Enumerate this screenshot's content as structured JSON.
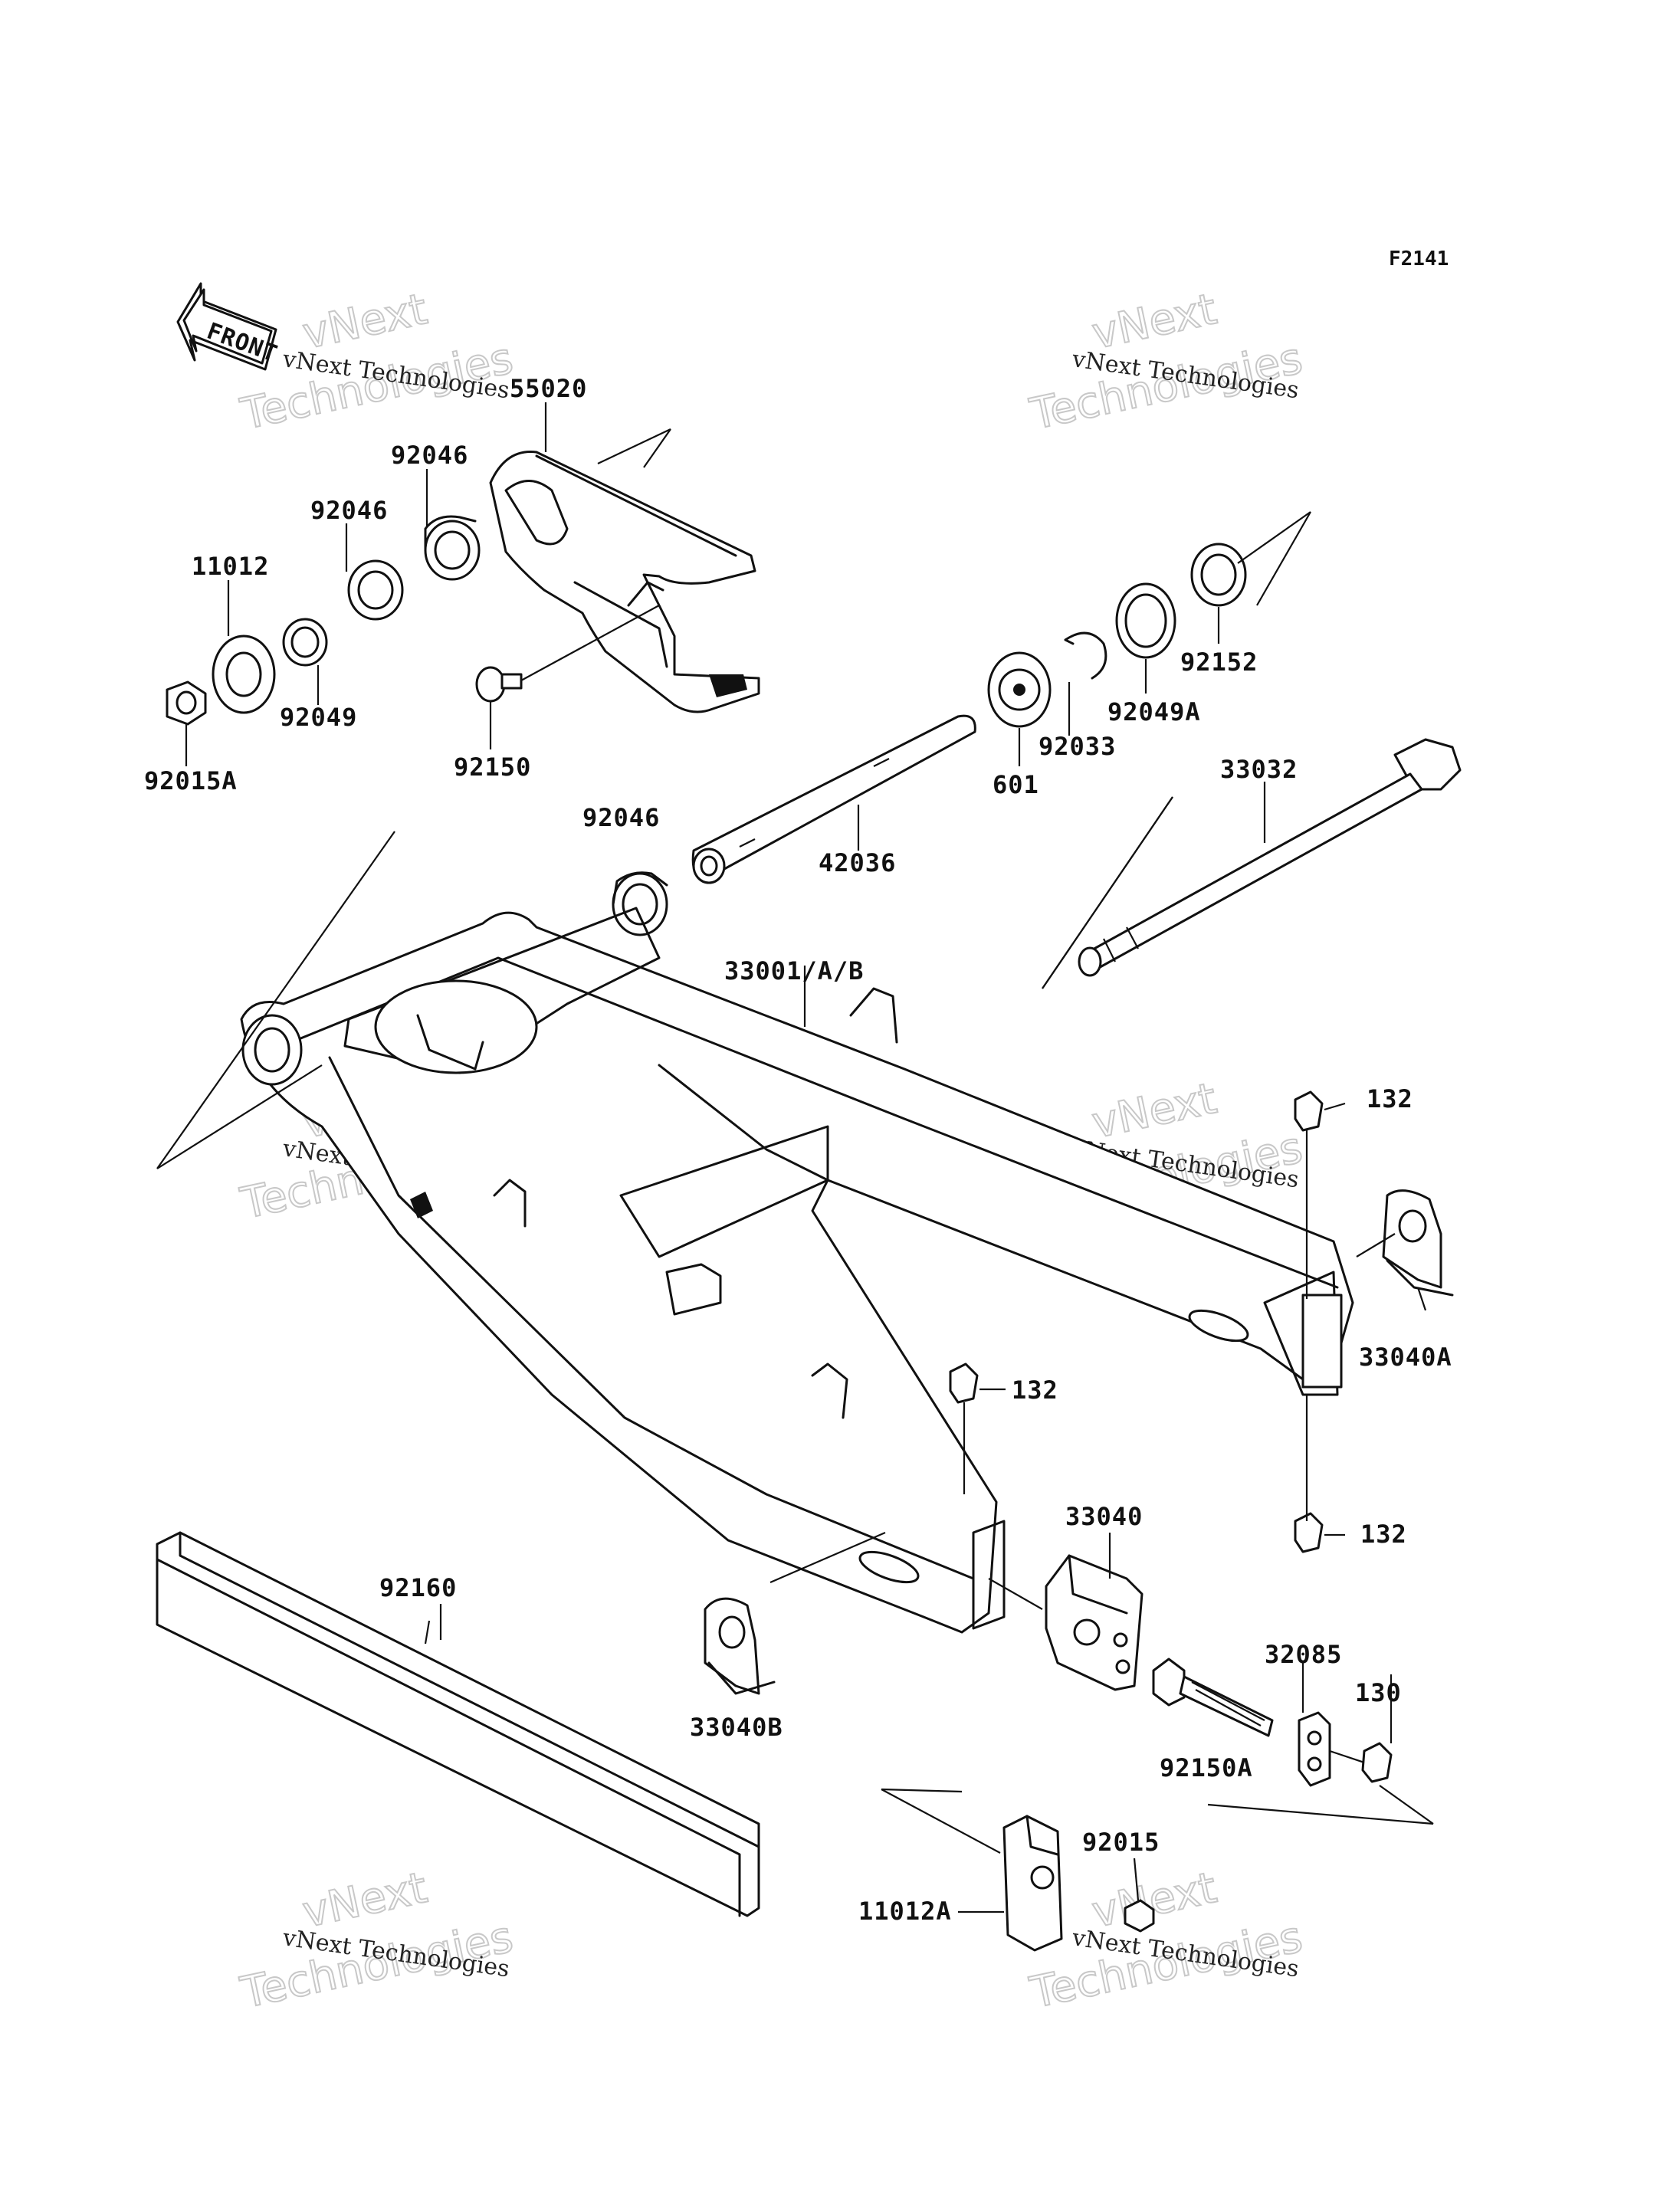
{
  "figure_code": "F2141",
  "front_arrow_label": "FRONT",
  "watermark": {
    "line1": "vNext Technologies",
    "big_line1": "vNext",
    "big_line2": "Technologies"
  },
  "parts": {
    "p55020": "55020",
    "p92046_a": "92046",
    "p92046_b": "92046",
    "p92046_c": "92046",
    "p11012": "11012",
    "p92049": "92049",
    "p92015A": "92015A",
    "p92150": "92150",
    "p92152": "92152",
    "p92049A": "92049A",
    "p92033": "92033",
    "p601": "601",
    "p33032": "33032",
    "p42036": "42036",
    "p33001": "33001/A/B",
    "p132_a": "132",
    "p132_b": "132",
    "p132_c": "132",
    "p33040A": "33040A",
    "p33040": "33040",
    "p92160": "92160",
    "p33040B": "33040B",
    "p32085": "32085",
    "p130": "130",
    "p92150A": "92150A",
    "p92015": "92015",
    "p11012A": "11012A"
  }
}
